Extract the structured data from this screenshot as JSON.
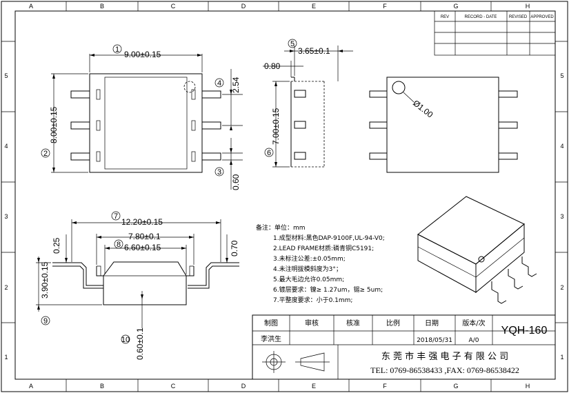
{
  "grid": {
    "columns": [
      "A",
      "B",
      "C",
      "D",
      "E",
      "F",
      "G",
      "H"
    ],
    "rows": [
      "5",
      "4",
      "3",
      "2",
      "1"
    ]
  },
  "revision_table": {
    "headers": [
      "REV",
      "RECORD - DATE",
      "REVISED",
      "APPROVED"
    ]
  },
  "top_view": {
    "width_dim": "9.00±0.15",
    "height_dim": "8.00±0.15",
    "pitch_dim": "2.54",
    "lead_dim": "0.60",
    "callout_1": "1",
    "callout_2": "2",
    "callout_3": "3",
    "callout_4": "4"
  },
  "side_view": {
    "width_dim": "3.65±0.1",
    "offset_dim": "0.80",
    "height_dim": "7.00±0.15",
    "callout_5": "5",
    "callout_6": "6"
  },
  "pin_view": {
    "pin1_dim": "Ø1.00"
  },
  "front_view": {
    "overall_dim": "12.20±0.15",
    "body_dim": "7.80±0.1",
    "inner_dim": "6.60±0.15",
    "lead_thk_dim": "0.25",
    "standoff_dim": "0.70",
    "height_dim": "3.90±0.15",
    "bottom_dim": "0.60±0.1",
    "callout_7": "7",
    "callout_8": "8",
    "callout_9": "9",
    "callout_10": "10"
  },
  "notes": {
    "title": "备注：单位：mm",
    "items": [
      "1.成型材料:黑色DAP-9100F,UL-94-V0;",
      "2.LEAD FRAME材质:磷青铜C5191;",
      "3.未标注公差:±0.05mm;",
      "4.未注明拔模斜度为3°；",
      "5.最大毛边允许0.05mm;",
      "6.镀层要求：镍≥ 1.27um，锡≥ 5um;",
      "7.平整度要求：小于0.1mm;"
    ]
  },
  "title_block": {
    "drawn_label": "制图",
    "check_label": "审核",
    "approve_label": "核准",
    "scale_label": "比例",
    "date_label": "日期",
    "version_label": "版本/次",
    "drawn_by": "李洪生",
    "date": "2018/05/31",
    "version": "A/0",
    "part_no": "YQH-160",
    "company": "东 莞 市 丰 强 电 子 有 限 公 司",
    "contact": "TEL: 0769-86538433 ,FAX: 0769-86538422"
  }
}
